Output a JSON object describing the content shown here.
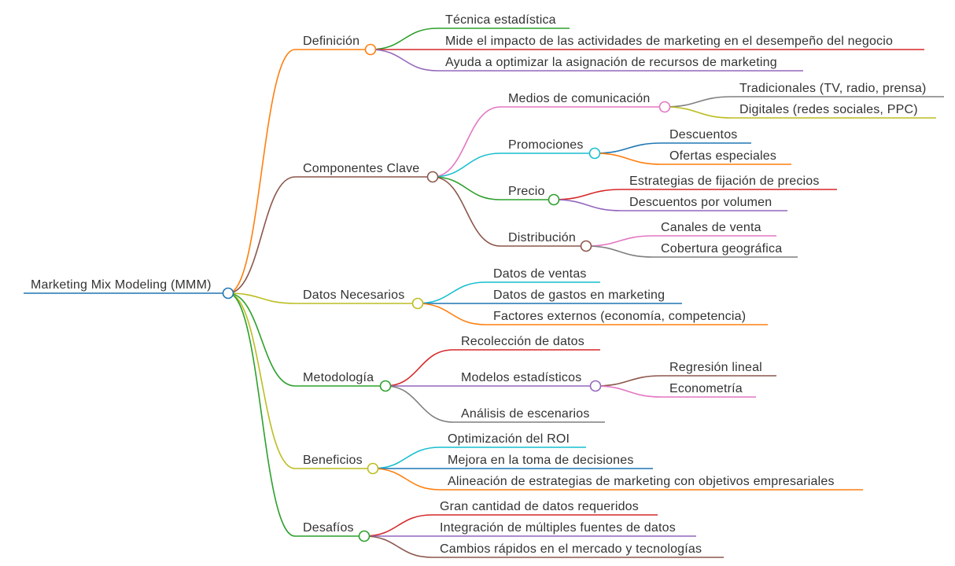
{
  "root": {
    "label": "Marketing Mix Modeling (MMM)",
    "color": "#1f77b4"
  },
  "branches": [
    {
      "label": "Definición",
      "color": "#ff7f0e",
      "children": [
        {
          "label": "Técnica estadística",
          "color": "#2ca02c"
        },
        {
          "label": "Mide el impacto de las actividades de marketing en el desempeño del negocio",
          "color": "#d62728"
        },
        {
          "label": "Ayuda a optimizar la asignación de recursos de marketing",
          "color": "#9467bd"
        }
      ]
    },
    {
      "label": "Componentes Clave",
      "color": "#8c564b",
      "children": [
        {
          "label": "Medios de comunicación",
          "color": "#e377c2",
          "children": [
            {
              "label": "Tradicionales (TV, radio, prensa)",
              "color": "#7f7f7f"
            },
            {
              "label": "Digitales (redes sociales, PPC)",
              "color": "#bcbd22"
            }
          ]
        },
        {
          "label": "Promociones",
          "color": "#17becf",
          "children": [
            {
              "label": "Descuentos",
              "color": "#1f77b4"
            },
            {
              "label": "Ofertas especiales",
              "color": "#ff7f0e"
            }
          ]
        },
        {
          "label": "Precio",
          "color": "#2ca02c",
          "children": [
            {
              "label": "Estrategias de fijación de precios",
              "color": "#d62728"
            },
            {
              "label": "Descuentos por volumen",
              "color": "#9467bd"
            }
          ]
        },
        {
          "label": "Distribución",
          "color": "#8c564b",
          "children": [
            {
              "label": "Canales de venta",
              "color": "#e377c2"
            },
            {
              "label": "Cobertura geográfica",
              "color": "#7f7f7f"
            }
          ]
        }
      ]
    },
    {
      "label": "Datos Necesarios",
      "color": "#bcbd22",
      "children": [
        {
          "label": "Datos de ventas",
          "color": "#17becf"
        },
        {
          "label": "Datos de gastos en marketing",
          "color": "#1f77b4"
        },
        {
          "label": "Factores externos (economía, competencia)",
          "color": "#ff7f0e"
        }
      ]
    },
    {
      "label": "Metodología",
      "color": "#2ca02c",
      "children": [
        {
          "label": "Recolección de datos",
          "color": "#d62728"
        },
        {
          "label": "Modelos estadísticos",
          "color": "#9467bd",
          "children": [
            {
              "label": "Regresión lineal",
              "color": "#8c564b"
            },
            {
              "label": "Econometría",
              "color": "#e377c2"
            }
          ]
        },
        {
          "label": "Análisis de escenarios",
          "color": "#7f7f7f"
        }
      ]
    },
    {
      "label": "Beneficios",
      "color": "#bcbd22",
      "children": [
        {
          "label": "Optimización del ROI",
          "color": "#17becf"
        },
        {
          "label": "Mejora en la toma de decisiones",
          "color": "#1f77b4"
        },
        {
          "label": "Alineación de estrategias de marketing con objetivos empresariales",
          "color": "#ff7f0e"
        }
      ]
    },
    {
      "label": "Desafíos",
      "color": "#2ca02c",
      "children": [
        {
          "label": "Gran cantidad de datos requeridos",
          "color": "#d62728"
        },
        {
          "label": "Integración de múltiples fuentes de datos",
          "color": "#9467bd"
        },
        {
          "label": "Cambios rápidos en el mercado y tecnologías",
          "color": "#8c564b"
        }
      ]
    }
  ]
}
